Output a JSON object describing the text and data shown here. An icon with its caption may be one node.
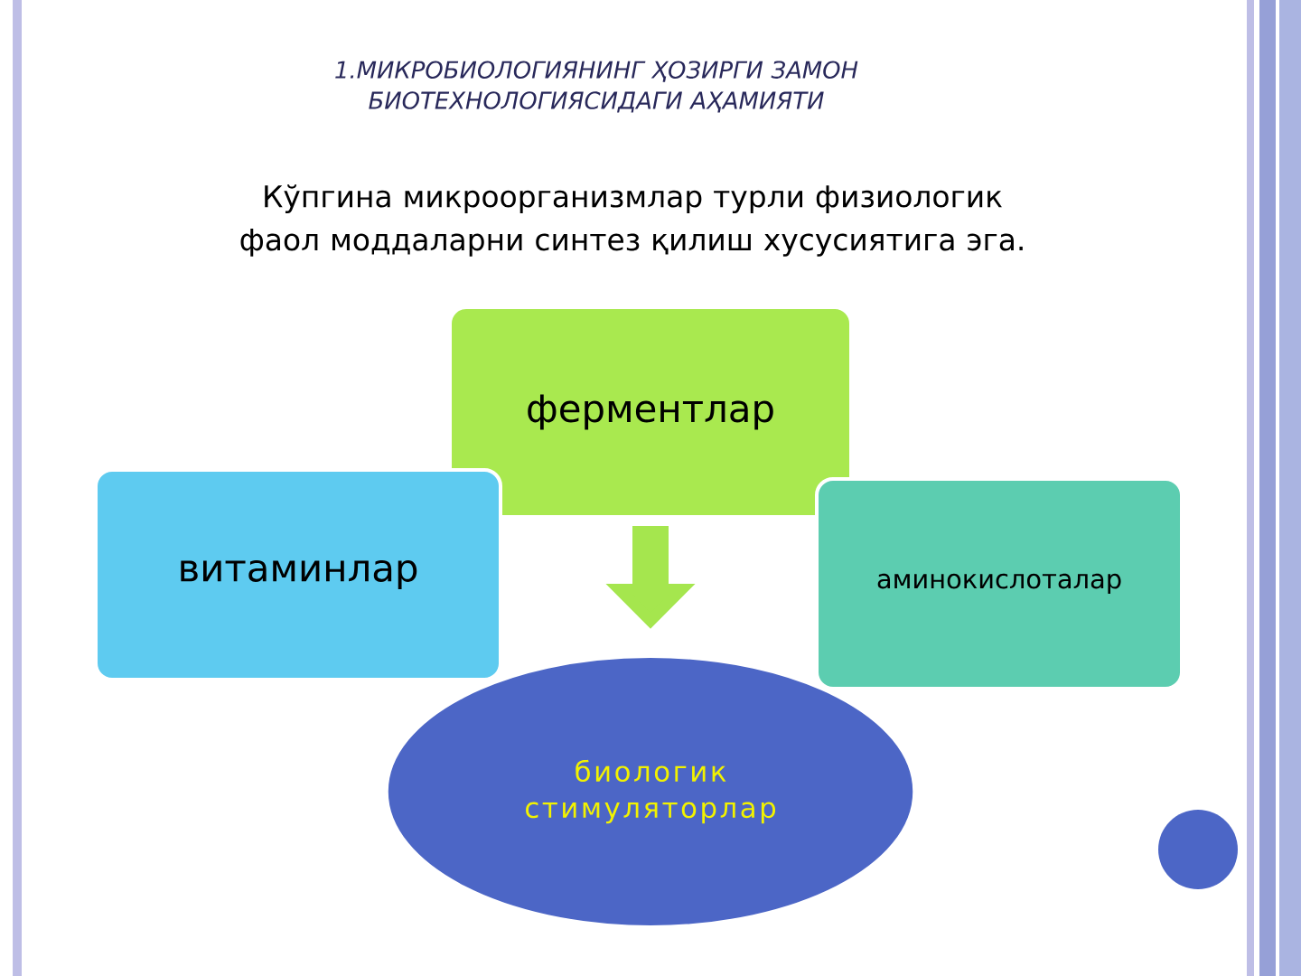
{
  "diagram": {
    "title": "1.МИКРОБИОЛОГИЯНИНГ ҲОЗИРГИ ЗАМОН БИОТЕХНОЛОГИЯСИДАГИ АҲАМИЯТИ",
    "caption": "Кўпгина микроорганизмлар турли физиологик фаол моддаларни синтез қилиш хусусиятига эга.",
    "nodes": [
      {
        "text": [
          "ферментлар"
        ]
      },
      {
        "text": [
          "витаминлар"
        ]
      },
      {
        "text": [
          "аминокислоталар"
        ]
      },
      {
        "text": [
          "биологик стимуляторлар"
        ]
      }
    ],
    "edges": [
      {
        "from": 0,
        "to": 3,
        "arrow": "to"
      }
    ]
  }
}
